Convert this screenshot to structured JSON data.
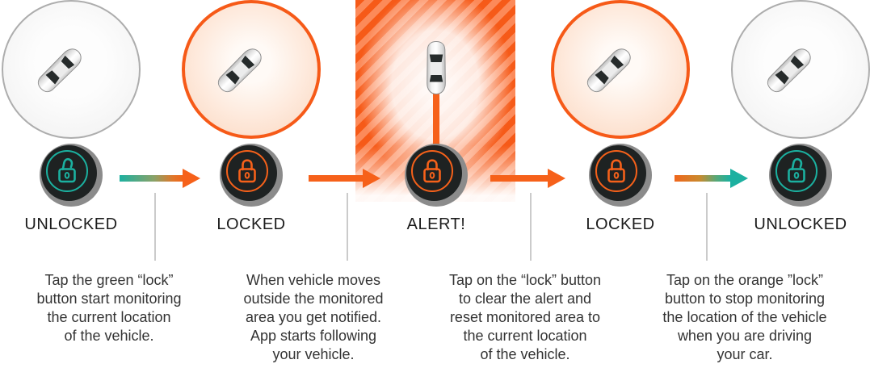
{
  "colors": {
    "orange": "#F6611A",
    "orange_stripe_light": "#FC8A59",
    "teal": "#1BB1A0",
    "button_dark": "#1E2222",
    "button_outer_gray": "#8B8B8B",
    "zone_gray_border": "#ADADAD",
    "zone_orange_fill": "#F9D2BA",
    "divider_gray": "#CBCBCB",
    "label_text": "#1C1C1C",
    "body_text": "#333333"
  },
  "stages": [
    {
      "label": "UNLOCKED",
      "zone": "gray-not-monitored",
      "button_icon": "lock-open-icon",
      "button_color": "teal",
      "vehicle_icon": "car-top-view-icon"
    },
    {
      "label": "LOCKED",
      "zone": "orange-monitored-area",
      "button_icon": "lock-closed-icon",
      "button_color": "orange",
      "vehicle_icon": "car-top-view-icon"
    },
    {
      "label": "ALERT!",
      "zone": "alert-hazard-stripes",
      "button_icon": "lock-closed-icon",
      "button_color": "orange",
      "vehicle_icon": "car-top-view-icon"
    },
    {
      "label": "LOCKED",
      "zone": "orange-monitored-area",
      "button_icon": "lock-closed-icon",
      "button_color": "orange",
      "vehicle_icon": "car-top-view-icon"
    },
    {
      "label": "UNLOCKED",
      "zone": "gray-not-monitored",
      "button_icon": "lock-open-icon",
      "button_color": "teal",
      "vehicle_icon": "car-top-view-icon"
    }
  ],
  "descriptions": [
    {
      "text": "Tap the green “lock”\nbutton start monitoring\nthe current location\nof the vehicle."
    },
    {
      "text": "When vehicle moves\noutside the monitored\narea you get notified.\nApp starts following\nyour vehicle."
    },
    {
      "text": "Tap on the “lock” button\nto clear the alert and\nreset monitored area to\nthe current location\nof the vehicle."
    },
    {
      "text": "Tap on the orange ”lock”\nbutton to stop monitoring\nthe location of the vehicle\nwhen you are driving\nyour car."
    }
  ],
  "arrows": [
    {
      "direction": "right",
      "style": "teal-to-orange-gradient"
    },
    {
      "direction": "right",
      "style": "solid-orange"
    },
    {
      "direction": "right",
      "style": "solid-orange"
    },
    {
      "direction": "right",
      "style": "orange-to-teal-gradient"
    }
  ]
}
